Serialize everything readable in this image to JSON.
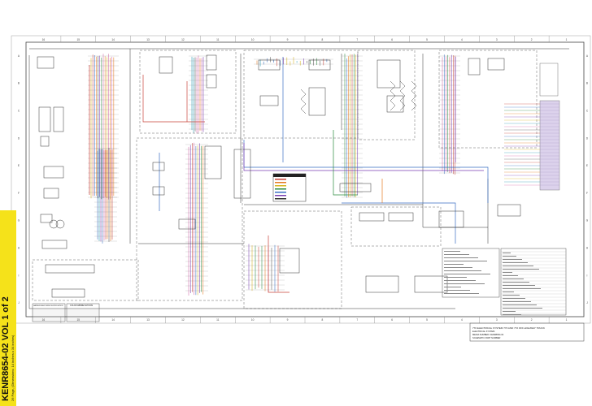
{
  "document": {
    "id_tab_main": "KENR8654-02 VOL 1 of 2",
    "id_tab_sub": "26 Page, (Dimensions: 14 inches x 34 inches)",
    "title_block": {
      "title": "770 ELECTRICAL SYSTEM 770 AND 772 OFF-HIGHWAY TRUCK",
      "lines": [
        "ELECTRICAL SYSTEM",
        "MEDIA NUMBER: KENR8654-02",
        "SCHEMATIC PART NUMBER"
      ]
    },
    "legend_title": "HARNESS AND WIRE IDENTIFICATION",
    "color_table_title": "COLOR ABBREVIATIONS"
  },
  "grid": {
    "col_labels": [
      "16",
      "15",
      "14",
      "13",
      "12",
      "11",
      "10",
      "9",
      "8",
      "7",
      "6",
      "5",
      "4",
      "3",
      "2",
      "1"
    ],
    "row_labels": [
      "A",
      "B",
      "C",
      "D",
      "E",
      "F",
      "G",
      "H",
      "I",
      "J"
    ]
  }
}
